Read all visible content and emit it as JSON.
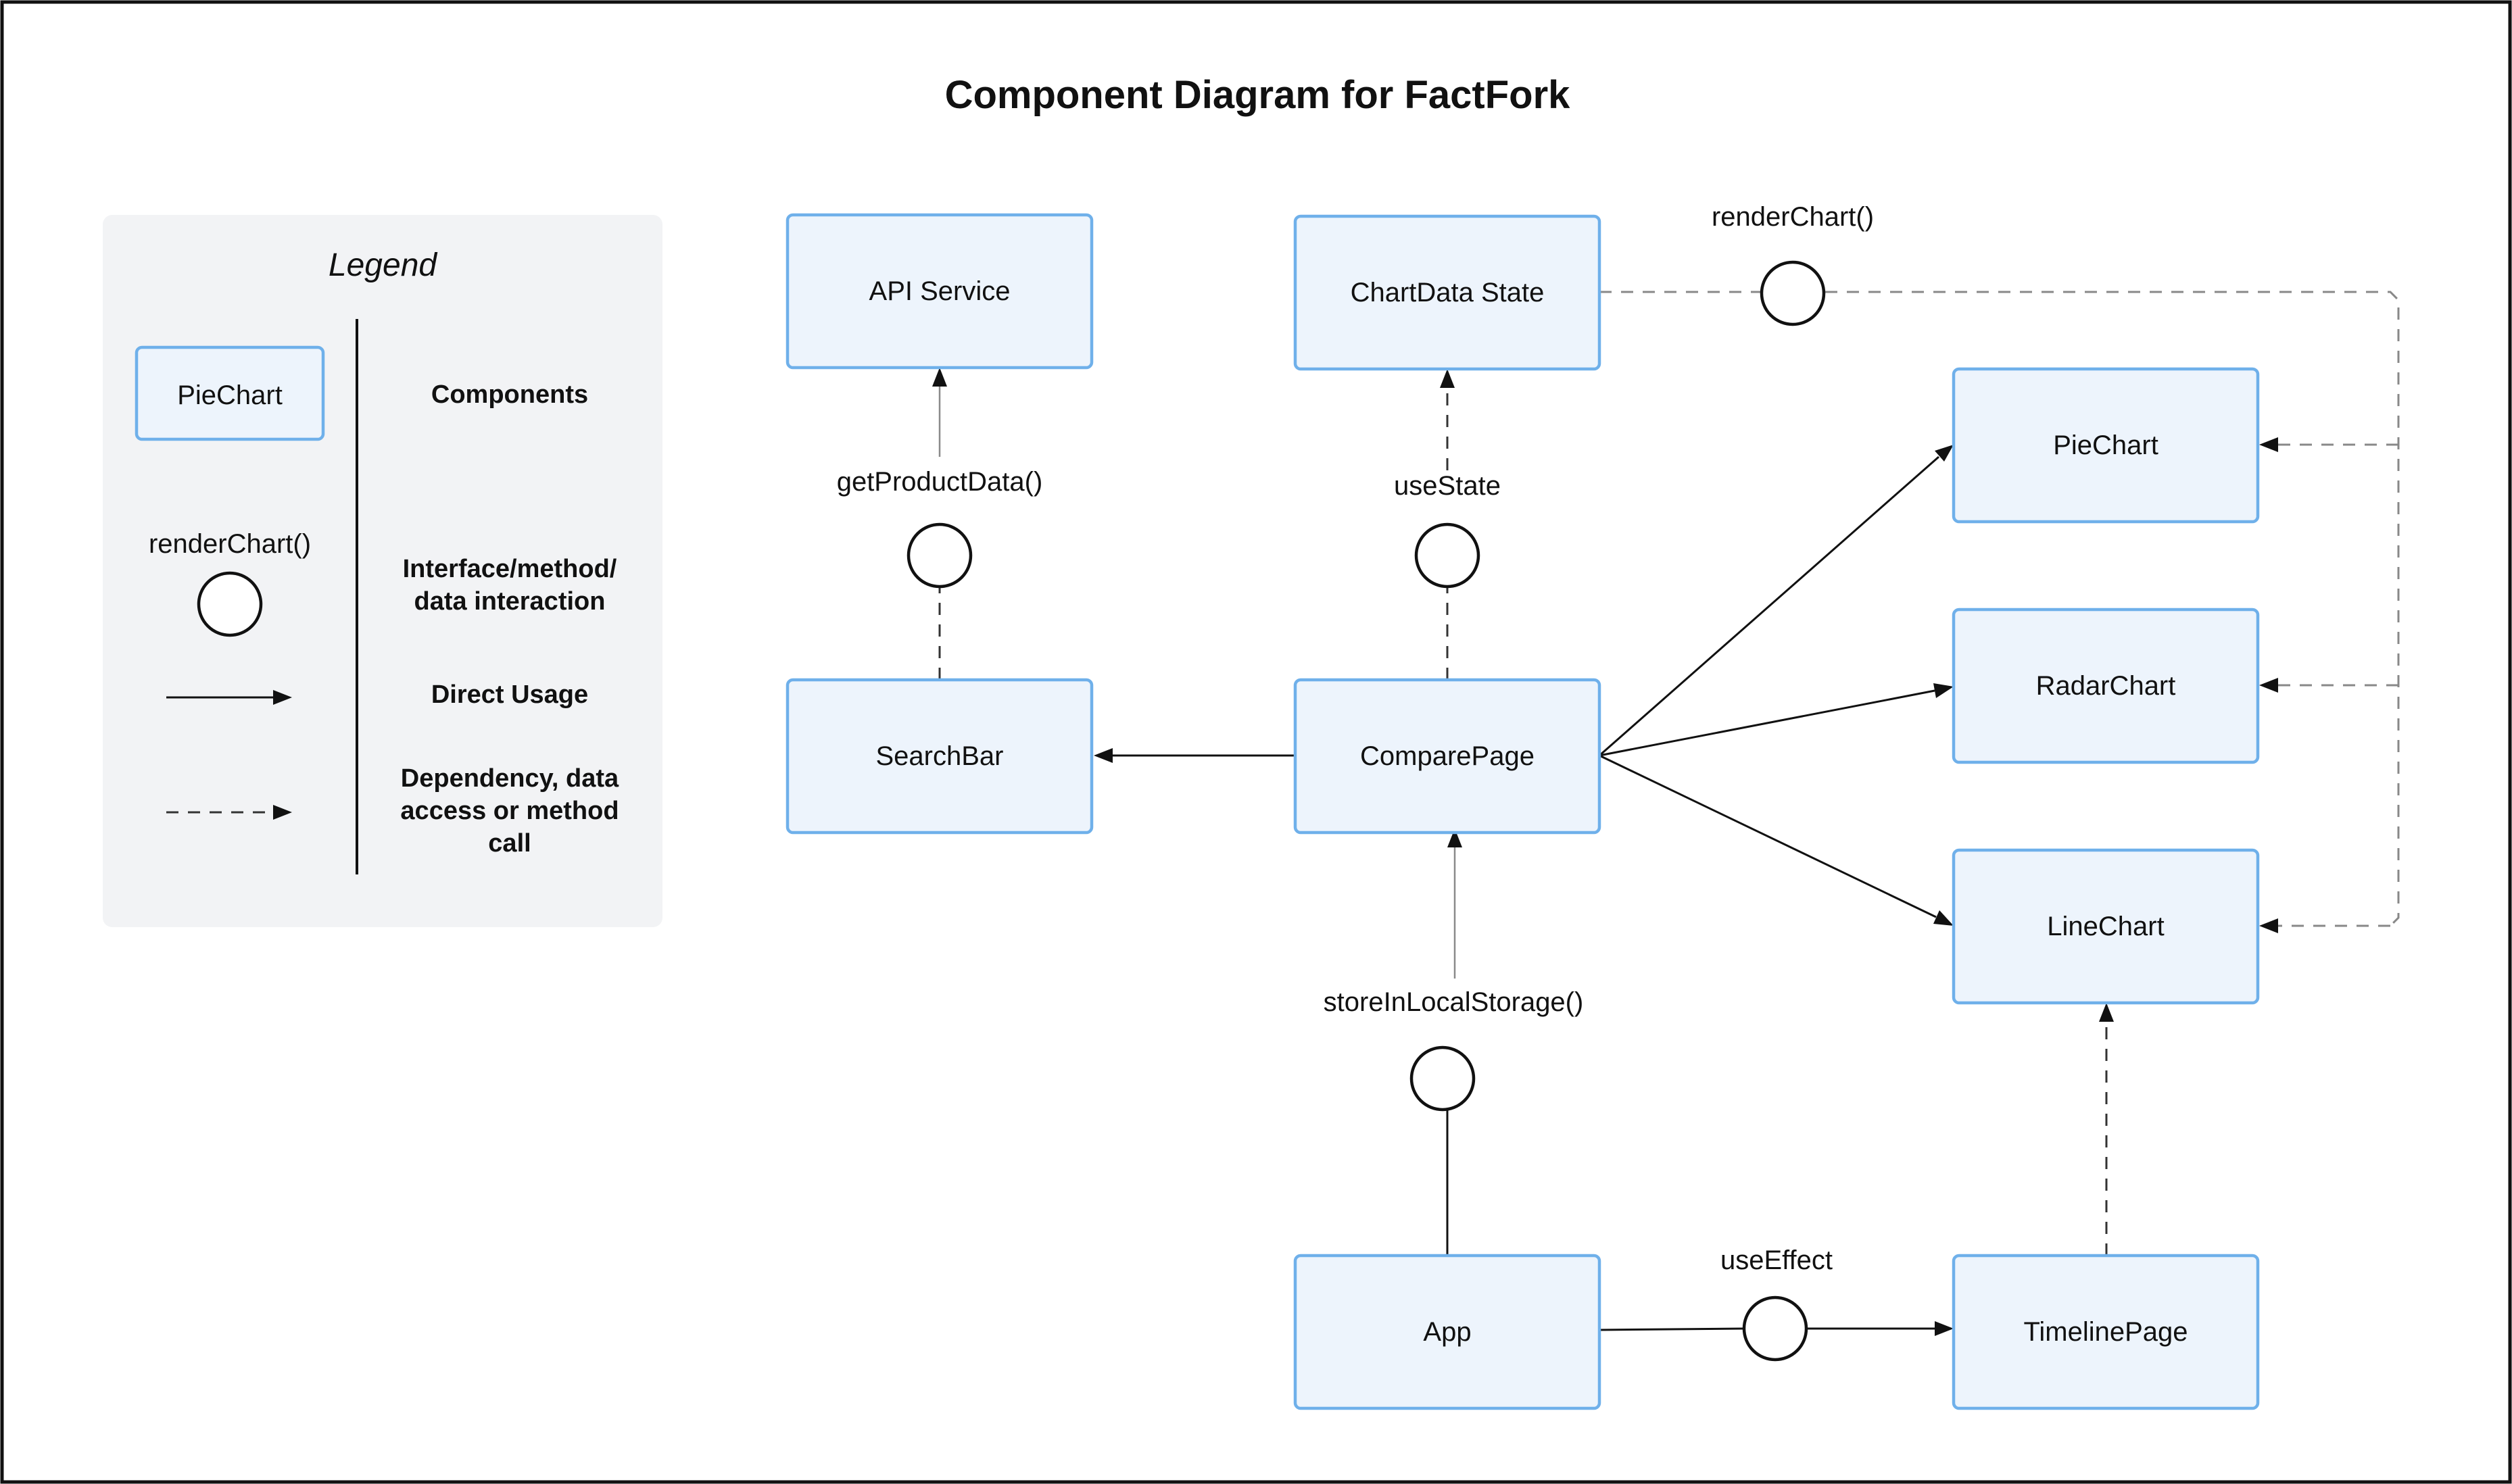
{
  "title": "Component Diagram for FactFork",
  "legend": {
    "heading": "Legend",
    "component_sample": "PieChart",
    "component_desc": "Components",
    "interface_sample": "renderChart()",
    "interface_desc_line1": "Interface/method/",
    "interface_desc_line2": "data interaction",
    "direct_desc": "Direct Usage",
    "dependency_desc_line1": "Dependency, data",
    "dependency_desc_line2": "access or method",
    "dependency_desc_line3": "call"
  },
  "components": {
    "api_service": "API Service",
    "chartdata_state": "ChartData State",
    "searchbar": "SearchBar",
    "comparepage": "ComparePage",
    "piechart": "PieChart",
    "radarchart": "RadarChart",
    "linechart": "LineChart",
    "app": "App",
    "timelinepage": "TimelinePage"
  },
  "interfaces": {
    "get_product_data": "getProductData()",
    "use_state": "useState",
    "render_chart": "renderChart()",
    "store_in_local_storage": "storeInLocalStorage()",
    "use_effect": "useEffect"
  },
  "colors": {
    "component_fill": "#edf4fc",
    "component_border": "#6fb0ea",
    "legend_background": "#f2f3f5"
  }
}
